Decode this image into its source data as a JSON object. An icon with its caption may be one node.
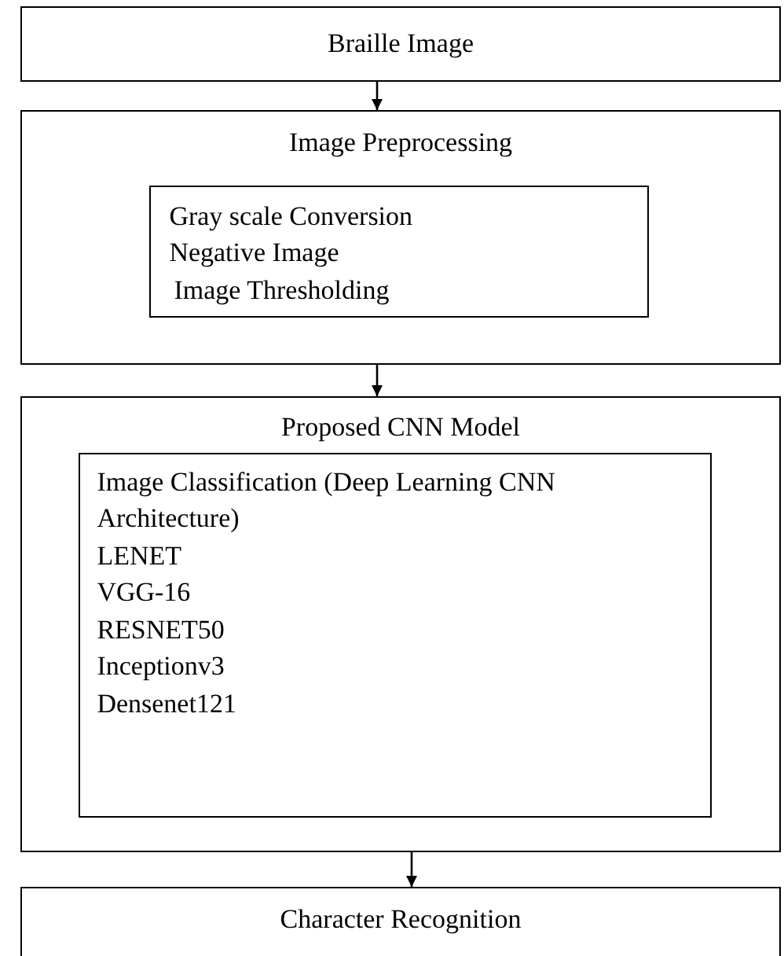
{
  "diagram": {
    "nodes": [
      {
        "text": [
          "Braille Image"
        ]
      },
      {
        "text": [
          "Image Preprocessing"
        ]
      },
      {
        "text": [
          "Gray scale Conversion",
          "Negative Image",
          "Image Thresholding"
        ],
        "in": 1
      },
      {
        "text": [
          "Proposed CNN Model"
        ]
      },
      {
        "text": [
          "Image Classification (Deep Learning CNN Architecture)",
          "LENET",
          "VGG-16",
          "RESNET50",
          "Inceptionv3",
          "Densenet121"
        ],
        "in": 3
      },
      {
        "text": [
          "Character Recognition"
        ]
      }
    ],
    "edges": [
      {
        "from": 0,
        "to": 1,
        "arrow": "to"
      },
      {
        "from": 1,
        "to": 3,
        "arrow": "to"
      },
      {
        "from": 3,
        "to": 5,
        "arrow": "to"
      }
    ]
  }
}
